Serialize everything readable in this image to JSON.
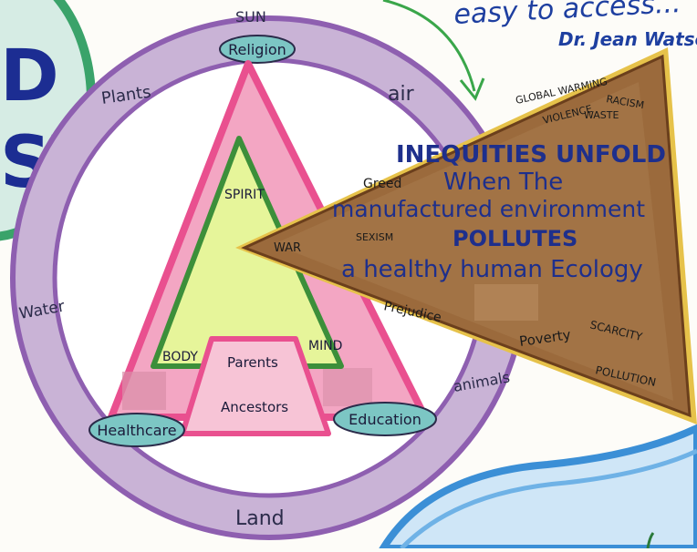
{
  "top_quote": {
    "line1": "easy to access...",
    "line2": "Dr. Jean Watso"
  },
  "left_title": {
    "line1": "D",
    "line2": "ST"
  },
  "ring": {
    "top": "SUN",
    "top_badge": "Religion",
    "upper_left": "Plants",
    "upper_right": "air",
    "left": "Water",
    "right": "animals",
    "bottom": "Land"
  },
  "triangle": {
    "apex": "SPIRIT",
    "left_corner": "BODY",
    "right_corner": "MIND",
    "base_top": "Parents",
    "base_bottom": "Ancestors",
    "badge_left": "Healthcare",
    "badge_right": "Education"
  },
  "wedge": {
    "headline1": "INEQUITIES UNFOLD",
    "headline2": "When The",
    "headline3": "manufactured environment",
    "headline4": "POLLUTES",
    "headline5": "a healthy human Ecology",
    "tag_global_warming": "GLOBAL WARMING",
    "tag_violence": "VIOLENCE",
    "tag_racism": "RACISM",
    "tag_waste": "WASTE",
    "tag_greed": "Greed",
    "tag_sexism": "SEXISM",
    "tag_war": "WAR",
    "tag_prejudice": "Prejudice",
    "tag_poverty": "Poverty",
    "tag_scarcity": "SCARCITY",
    "tag_pollution": "POLLUTION"
  },
  "colors": {
    "ring_purple": "#8e5fb0",
    "ring_fill": "#c9b3d6",
    "triangle_pink": "#e9508f",
    "triangle_pink_fill": "#f3a6c3",
    "inner_green": "#3c8f3a",
    "inner_fill": "#e6f59a",
    "wedge_brown": "#9b6a3c",
    "wedge_border": "#e6c24a",
    "text_blue": "#1e2f8c",
    "teal": "#7cc6c4",
    "water_blue": "#3b8fd6",
    "arrow_green": "#3aa64a"
  }
}
